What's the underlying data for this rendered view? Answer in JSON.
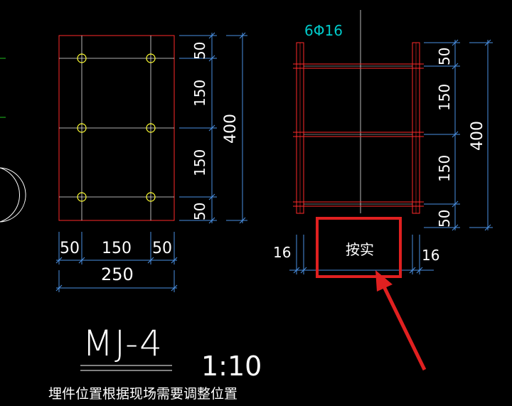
{
  "drawing": {
    "left_view": {
      "height_dims": [
        "50",
        "150",
        "150",
        "50"
      ],
      "total_height": "400",
      "width_dims": [
        "50",
        "150",
        "50"
      ],
      "total_width": "250"
    },
    "right_view": {
      "rebar_label": "6Φ16",
      "height_dims": [
        "50",
        "150",
        "150",
        "50"
      ],
      "total_height": "400",
      "left_offset": "16",
      "right_offset": "16",
      "center_note": "按实"
    },
    "title": {
      "name": "MJ-4",
      "scale": "1:10",
      "note": "埋件位置根据现场需要调整位置"
    },
    "colors": {
      "plate": "#ff2a2a",
      "dimension": "#4a90e2",
      "rebar_circle": "#ffff33",
      "rebar_label": "#00c8c8",
      "highlight": "#e02020"
    }
  }
}
